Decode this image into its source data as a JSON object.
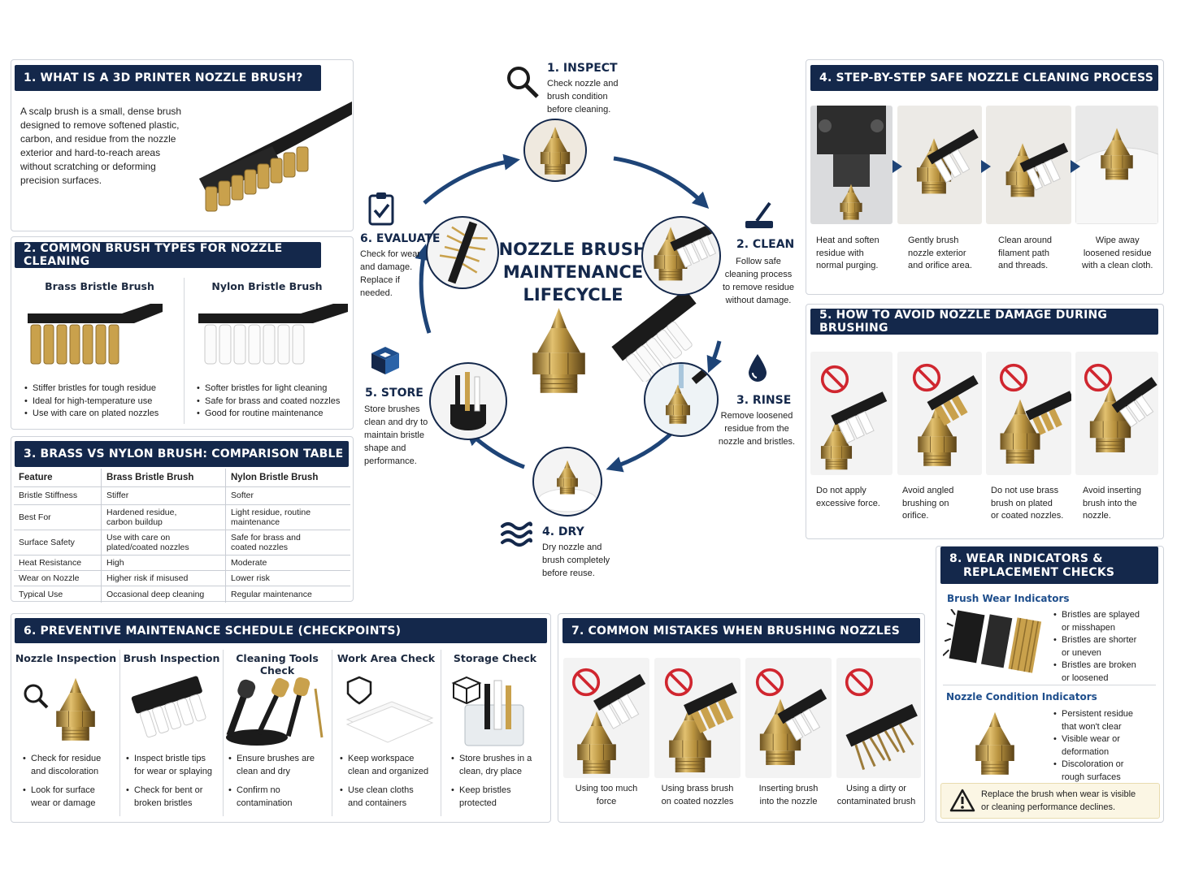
{
  "colors": {
    "navy": "#14284b",
    "brass": "#b8923f",
    "red": "#d0262f"
  },
  "center_title": [
    "NOZZLE BRUSH",
    "MAINTENANCE",
    "LIFECYCLE"
  ],
  "lifecycle": [
    {
      "title": "1. INSPECT",
      "lines": [
        "Check nozzle and",
        "brush condition",
        "before cleaning."
      ],
      "icon": "magnifier-icon"
    },
    {
      "title": "2. CLEAN",
      "lines": [
        "Follow safe",
        "cleaning process",
        "to remove residue",
        "without damage."
      ],
      "icon": "brush-icon"
    },
    {
      "title": "3. RINSE",
      "lines": [
        "Remove loosened",
        "residue from the",
        "nozzle and bristles."
      ],
      "icon": "droplet-icon"
    },
    {
      "title": "4. DRY",
      "lines": [
        "Dry nozzle and",
        "brush completely",
        "before reuse."
      ],
      "icon": "air-waves-icon"
    },
    {
      "title": "5. STORE",
      "lines": [
        "Store brushes",
        "clean and dry to",
        "maintain bristle",
        "shape and",
        "performance."
      ],
      "icon": "box-icon"
    },
    {
      "title": "6. EVALUATE",
      "lines": [
        "Check for wear",
        "and damage.",
        "Replace if",
        "needed."
      ],
      "icon": "clipboard-check-icon"
    }
  ],
  "s1": {
    "title": "1.  WHAT IS A 3D PRINTER NOZZLE BRUSH?",
    "lines": [
      "A scalp brush is a small, dense brush",
      "designed to remove softened plastic,",
      "carbon, and residue from the nozzle",
      "exterior and hard-to-reach areas",
      "without scratching or deforming",
      "precision surfaces."
    ]
  },
  "s2": {
    "title": "2. COMMON BRUSH TYPES FOR NOZZLE CLEANING",
    "brass": {
      "name": "Brass Bristle Brush",
      "bullets": [
        "Stiffer bristles for tough residue",
        "Ideal for high-temperature use",
        "Use with care on plated nozzles"
      ]
    },
    "nylon": {
      "name": "Nylon Bristle Brush",
      "bullets": [
        "Softer bristles for light cleaning",
        "Safe for brass and coated nozzles",
        "Good for routine maintenance"
      ]
    }
  },
  "s3": {
    "title": "3. BRASS VS NYLON BRUSH: COMPARISON TABLE",
    "headers": [
      "Feature",
      "Brass Bristle Brush",
      "Nylon Bristle Brush"
    ],
    "rows": [
      [
        "Bristle Stiffness",
        "Stiffer",
        "Softer"
      ],
      [
        "Best For",
        "Hardened residue,\ncarbon buildup",
        "Light residue, routine\nmaintenance"
      ],
      [
        "Surface Safety",
        "Use with care on\nplated/coated nozzles",
        "Safe for brass and\ncoated nozzles"
      ],
      [
        "Heat Resistance",
        "High",
        "Moderate"
      ],
      [
        "Wear on Nozzle",
        "Higher risk if misused",
        "Lower risk"
      ],
      [
        "Typical Use",
        "Occasional deep cleaning",
        "Regular maintenance"
      ]
    ]
  },
  "s4": {
    "title": "4.  STEP-BY-STEP SAFE NOZZLE CLEANING PROCESS",
    "steps": [
      [
        "Heat and soften",
        "residue with",
        "normal purging."
      ],
      [
        "Gently brush",
        "nozzle exterior",
        "and orifice area."
      ],
      [
        "Clean around",
        "filament path",
        "and threads."
      ],
      [
        "Wipe away",
        "loosened residue",
        "with a clean cloth."
      ]
    ]
  },
  "s5": {
    "title": "5.  HOW TO AVOID NOZZLE DAMAGE DURING BRUSHING",
    "items": [
      [
        "Do not apply",
        "excessive force."
      ],
      [
        "Avoid angled",
        "brushing on",
        "orifice."
      ],
      [
        "Do not use brass",
        "brush on plated",
        "or coated nozzles."
      ],
      [
        "Avoid inserting",
        "brush into the",
        "nozzle."
      ]
    ]
  },
  "s6": {
    "title": "6. PREVENTIVE MAINTENANCE SCHEDULE (CHECKPOINTS)",
    "cols": [
      {
        "name": "Nozzle Inspection",
        "b1": [
          "Check for residue",
          "and discoloration"
        ],
        "b2": [
          "Look for surface",
          "wear or damage"
        ]
      },
      {
        "name": "Brush Inspection",
        "b1": [
          "Inspect bristle tips",
          "for wear or splaying"
        ],
        "b2": [
          "Check for bent or",
          "broken bristles"
        ]
      },
      {
        "name": "Cleaning Tools Check",
        "b1": [
          "Ensure brushes are",
          "clean and dry"
        ],
        "b2": [
          "Confirm no",
          "contamination"
        ]
      },
      {
        "name": "Work Area Check",
        "b1": [
          "Keep workspace",
          "clean and organized"
        ],
        "b2": [
          "Use clean cloths",
          "and containers"
        ]
      },
      {
        "name": "Storage Check",
        "b1": [
          "Store brushes in a",
          "clean, dry place"
        ],
        "b2": [
          "Keep bristles",
          "protected"
        ]
      }
    ]
  },
  "s7": {
    "title": "7. COMMON MISTAKES WHEN BRUSHING NOZZLES",
    "items": [
      [
        "Using too much",
        "force"
      ],
      [
        "Using brass brush",
        "on coated nozzles"
      ],
      [
        "Inserting brush",
        "into the nozzle"
      ],
      [
        "Using a dirty or",
        "contaminated brush"
      ]
    ]
  },
  "s8": {
    "title": [
      "8.  WEAR INDICATORS &",
      "REPLACEMENT CHECKS"
    ],
    "brush_head": "Brush Wear Indicators",
    "brush_bullets": [
      [
        "Bristles are splayed",
        "or misshapen"
      ],
      [
        "Bristles are shorter",
        "or uneven"
      ],
      [
        "Bristles are broken",
        "or loosened"
      ]
    ],
    "nozzle_head": "Nozzle Condition Indicators",
    "nozzle_bullets": [
      [
        "Persistent residue",
        "that won't clear"
      ],
      [
        "Visible wear or",
        "deformation"
      ],
      [
        "Discoloration or",
        "rough surfaces"
      ]
    ],
    "warning": [
      "Replace the brush when wear is visible",
      "or cleaning performance declines."
    ]
  }
}
